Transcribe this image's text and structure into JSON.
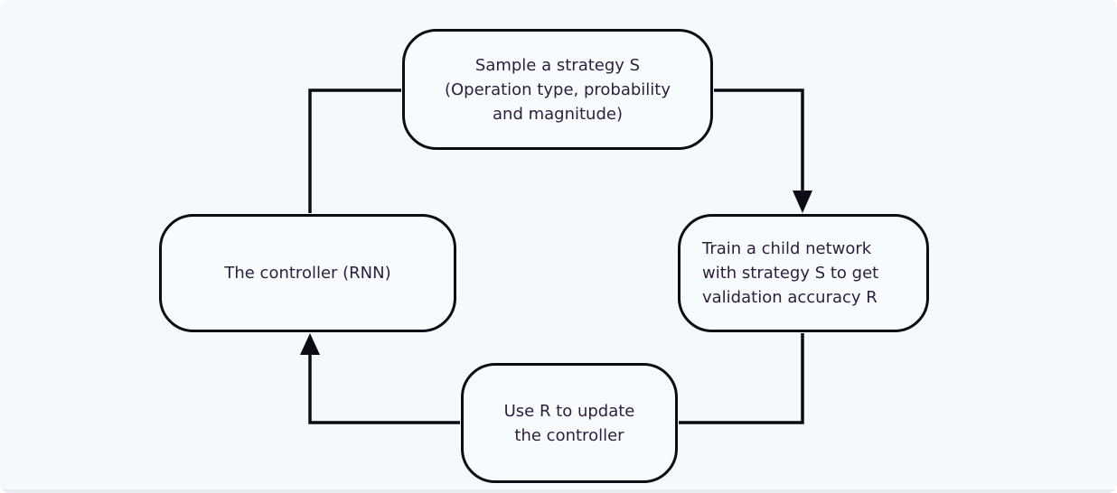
{
  "diagram": {
    "nodes": {
      "sample_strategy": {
        "label": "Sample a strategy S\n(Operation type, probability\nand magnitude)"
      },
      "train_child": {
        "label": "Train a child network\nwith strategy S to get\nvalidation accuracy R"
      },
      "controller": {
        "label": "The controller (RNN)"
      },
      "update_controller": {
        "label": "Use R to update\nthe controller"
      }
    },
    "edges": [
      {
        "from": "controller",
        "to": "sample_strategy",
        "arrowhead": false
      },
      {
        "from": "sample_strategy",
        "to": "train_child",
        "arrowhead": true
      },
      {
        "from": "train_child",
        "to": "update_controller",
        "arrowhead": false
      },
      {
        "from": "update_controller",
        "to": "controller",
        "arrowhead": true
      }
    ]
  },
  "colors": {
    "background": "#f6f9fc",
    "node_fill": "#f8fbfe",
    "line": "#0c0c14",
    "text": "#2b1f3e"
  }
}
